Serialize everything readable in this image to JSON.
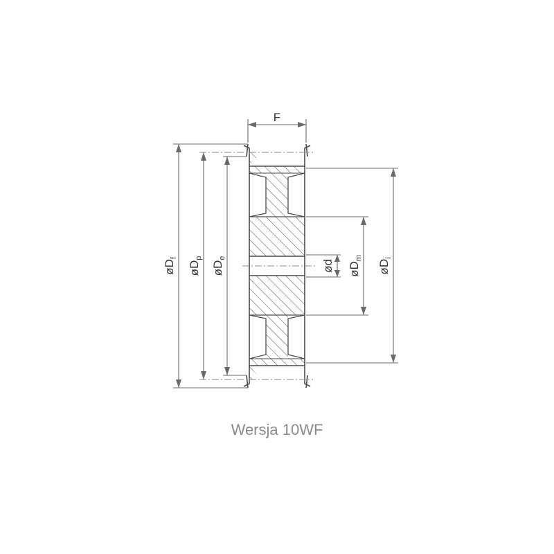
{
  "labels": {
    "width": "F",
    "flange_diameter": {
      "prefix": "øD",
      "sub": "f"
    },
    "pitch_diameter": {
      "prefix": "øD",
      "sub": "p"
    },
    "outside_diameter": {
      "prefix": "øD",
      "sub": "e"
    },
    "bore_diameter": "ød",
    "hub_diameter": {
      "prefix": "øD",
      "sub": "m"
    },
    "inner_diameter": {
      "prefix": "øD",
      "sub": "i"
    }
  },
  "caption": "Wersja 10WF",
  "colors": {
    "line": "#4a4a4a",
    "dimension": "#6a6a6a",
    "caption": "#8a8a8a"
  }
}
